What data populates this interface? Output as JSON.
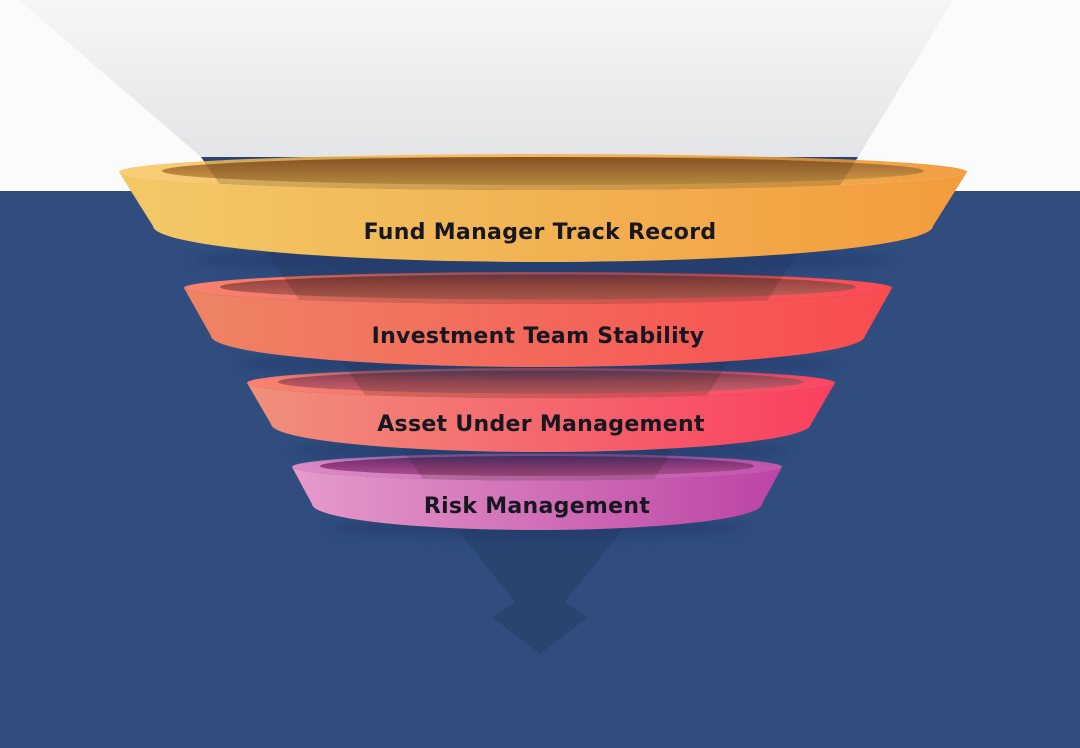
{
  "background": {
    "sky_color": "#fbfbfc",
    "ground_color": "#304d7e",
    "beam_top_color": "#f6f6f7",
    "beam_bottom_color": "#e2e3e6",
    "shadow_arrow_color": "#2a4470",
    "ring_shadow_color": "#22396a",
    "overlay_tint_color": "#201900"
  },
  "funnel": {
    "label_color": "#17171f",
    "layers": [
      {
        "label": "Fund Manager Track Record",
        "band_left": "#f2c967",
        "band_right": "#f29c3d",
        "rim_left": "#f7ce77",
        "rim_right": "#f19f42",
        "hole_top": "#9e5e2b",
        "hole_bottom": "#d0a14c"
      },
      {
        "label": "Investment Team Stability",
        "band_left": "#ee8465",
        "band_right": "#f94b50",
        "rim_left": "#f8826d",
        "rim_right": "#fa4b55",
        "hole_top": "#8f3c3e",
        "hole_bottom": "#c06457"
      },
      {
        "label": "Asset Under Management",
        "band_left": "#f0907b",
        "band_right": "#fa3f60",
        "rim_left": "#f7836e",
        "rim_right": "#fb4763",
        "hole_top": "#99404e",
        "hole_bottom": "#c6616e"
      },
      {
        "label": "Risk Management",
        "band_left": "#e69bca",
        "band_right": "#bb44a5",
        "rim_left": "#dc8ac5",
        "rim_right": "#c355ac",
        "hole_top": "#7c2b6d",
        "hole_bottom": "#a94e90"
      }
    ]
  }
}
